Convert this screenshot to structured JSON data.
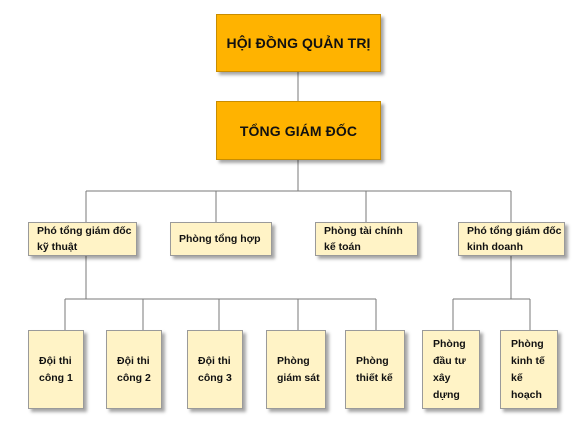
{
  "org_chart": {
    "board": "HỘI ĐỒNG QUẢN TRỊ",
    "ceo": "TỔNG GIÁM ĐỐC",
    "departments": [
      {
        "lines": [
          "Phó tổng giám đốc",
          "kỹ thuật"
        ]
      },
      {
        "lines": [
          "Phòng tổng hợp"
        ]
      },
      {
        "lines": [
          "Phòng tài chính",
          "kế toán"
        ]
      },
      {
        "lines": [
          "Phó tổng giám đốc",
          "kinh doanh"
        ]
      }
    ],
    "technical_units": [
      {
        "lines": [
          "Đội thi",
          "công 1"
        ]
      },
      {
        "lines": [
          "Đội thi",
          "công 2"
        ]
      },
      {
        "lines": [
          "Đội thi",
          "công 3"
        ]
      },
      {
        "lines": [
          "Phòng",
          "giám sát"
        ]
      },
      {
        "lines": [
          "Phòng",
          "thiết kế"
        ]
      }
    ],
    "business_units": [
      {
        "lines": [
          "Phòng",
          "đầu tư",
          "xây dựng"
        ]
      },
      {
        "lines": [
          "Phòng",
          "kinh tế",
          "kế hoạch"
        ]
      }
    ]
  }
}
